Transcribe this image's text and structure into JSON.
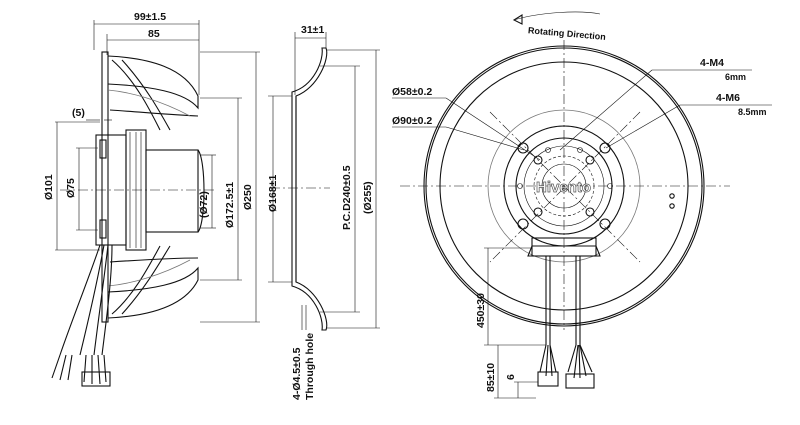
{
  "side_view": {
    "overall_depth": "99±1.5",
    "impeller_depth": "85",
    "flange_offset": "(5)",
    "motor_dia": "Ø101",
    "shaft_dia": "Ø75",
    "hub_dia": "(Ø72)",
    "inlet_dia": "Ø172.5±1",
    "impeller_dia": "Ø250"
  },
  "ring_view": {
    "ring_depth": "31±1",
    "inner_dia": "Ø168±1",
    "pcd": "P.C.D240±0.5",
    "outer_dia": "(Ø255)",
    "hole_spec": "4-Ø4.5±0.5",
    "hole_note": "Through hole"
  },
  "front_view": {
    "rotation_label": "Rotating Direction",
    "pcd_inner": "Ø58±0.2",
    "pcd_outer": "Ø90±0.2",
    "screw_a": "4-M4",
    "screw_a_depth": "6mm",
    "screw_b": "4-M6",
    "screw_b_depth": "8.5mm",
    "brand": "Hivento",
    "lead_length": "450±30",
    "strip_length": "85±10",
    "strip_end": "6"
  }
}
